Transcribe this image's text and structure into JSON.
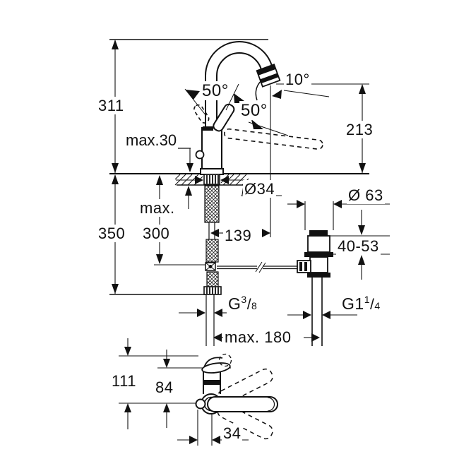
{
  "drawing": {
    "type": "faucet installation dimension drawing",
    "colors": {
      "line": "#111111",
      "background": "#ffffff"
    },
    "front_view": {
      "dim_total_height": "311",
      "dim_deck_thickness": "max.30",
      "angle_handle_left": "50°",
      "angle_handle_right": "50°",
      "angle_spout_tilt": "10°",
      "dim_spout_height": "213",
      "dim_shank_diameter": "Ø34",
      "dim_drain_flange_diameter": "Ø 63",
      "dim_hose_length_word": "max.",
      "dim_hose_length_value": "300",
      "dim_below_deck": "350",
      "dim_spout_reach": "139",
      "dim_clamp_range": "40-53",
      "thread_supply": {
        "prefix": "G",
        "numerator": "3",
        "slash": "/",
        "denominator": "8"
      },
      "thread_drain": {
        "prefix": "G1",
        "numerator": "1",
        "slash": "/",
        "denominator": "4"
      },
      "dim_center_distance": "max. 180"
    },
    "top_view": {
      "dim_projection_total": "111",
      "dim_projection_spout": "84",
      "dim_handle_offset": "34"
    }
  }
}
